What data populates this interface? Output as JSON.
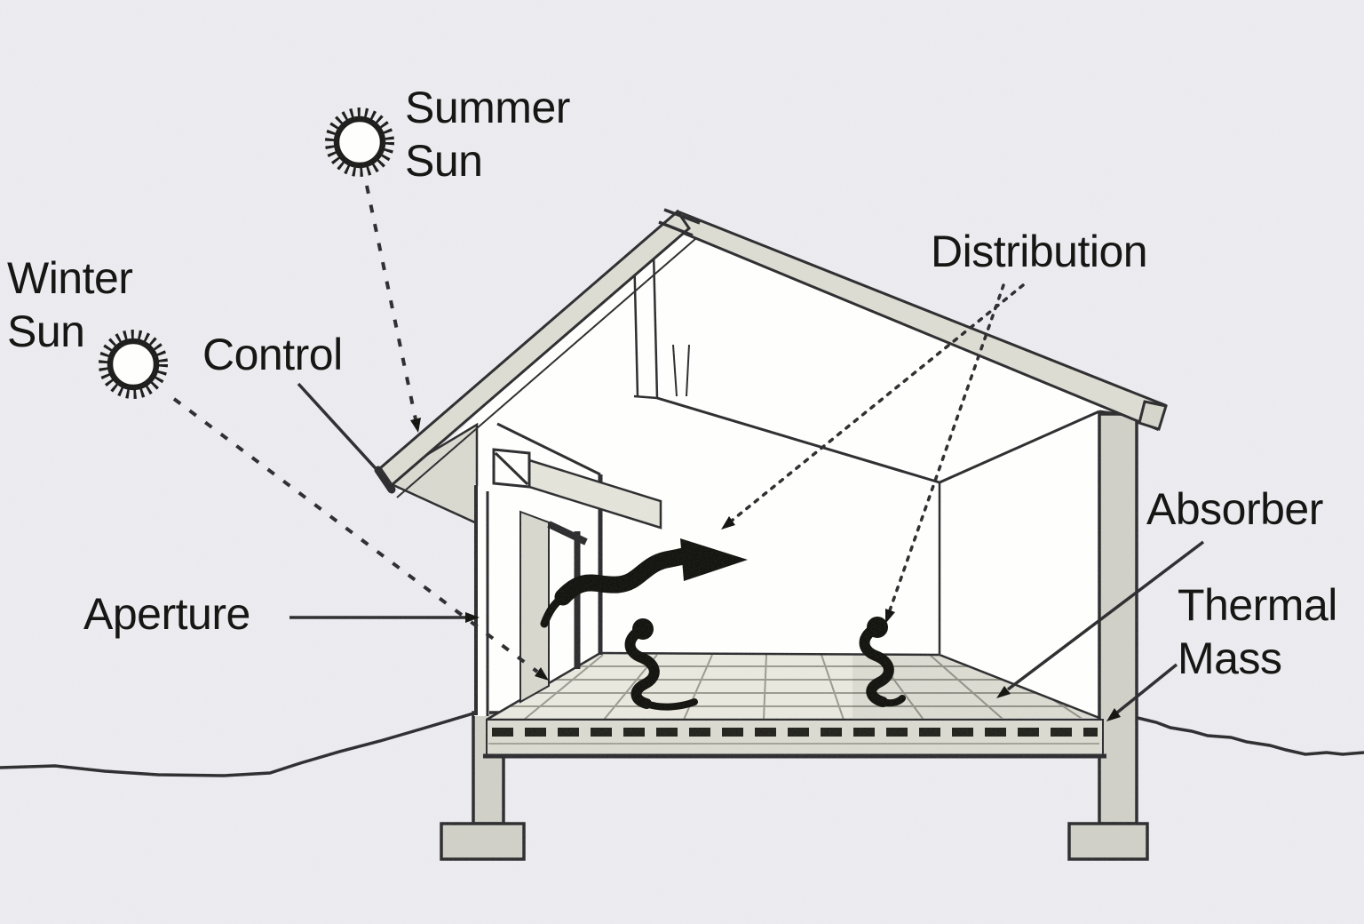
{
  "figure": {
    "kind": "cutaway house diagram",
    "elements_shown": [
      "summer sun",
      "winter sun",
      "roof overhang control",
      "aperture glazing",
      "absorber floor surface",
      "thermal mass slab",
      "heat distribution arrows",
      "convection plumes"
    ]
  },
  "labels": {
    "summer_sun": "Summer\nSun",
    "winter_sun": "Winter\nSun",
    "control": "Control",
    "distribution": "Distribution",
    "absorber": "Absorber",
    "thermal_mass": "Thermal\nMass",
    "aperture": "Aperture"
  },
  "icons": {
    "summer_sun": "sun-icon",
    "winter_sun": "sun-icon",
    "heat_flow": "thick-wavy-arrow-icon",
    "convection_left": "heat-squiggle-icon",
    "convection_right": "heat-squiggle-icon"
  },
  "colors": {
    "background": "#ebebf1",
    "ink": "#26262a",
    "roof_fill": "#dbdbd3",
    "wall_fill": "#cfcfc7",
    "floor_fill": "#e8e8e0",
    "slab_fill": "#d9d9d1",
    "interior": "#ffffff",
    "grid_line": "#97978f",
    "black": "#0b0b08"
  }
}
